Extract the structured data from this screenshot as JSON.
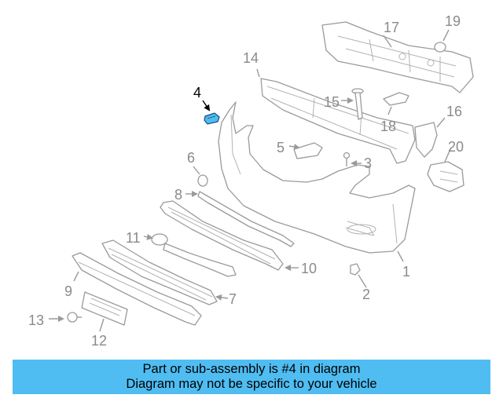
{
  "callouts": {
    "c1": "1",
    "c2": "2",
    "c3": "3",
    "c4": "4",
    "c5": "5",
    "c6": "6",
    "c7": "7",
    "c8": "8",
    "c9": "9",
    "c10": "10",
    "c11": "11",
    "c12": "12",
    "c13": "13",
    "c14": "14",
    "c15": "15",
    "c16": "16",
    "c17": "17",
    "c18": "18",
    "c19": "19",
    "c20": "20"
  },
  "highlight": {
    "part_number": "4",
    "color": "#4fbdf2"
  },
  "banner": {
    "line1": "Part or sub-assembly is #4 in diagram",
    "line2": "Diagram may not be specific to your vehicle",
    "background": "#4fbdf2"
  }
}
